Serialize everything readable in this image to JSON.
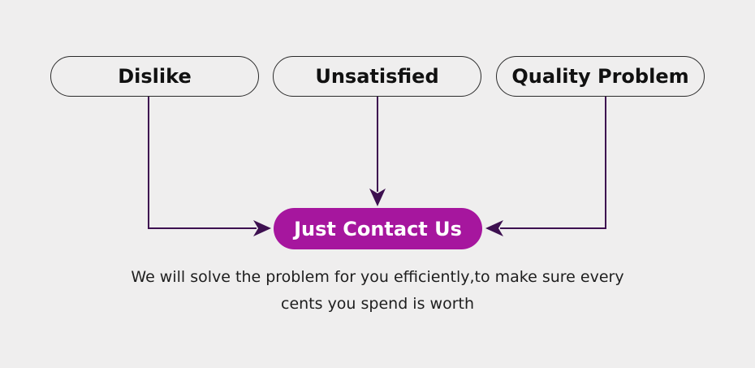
{
  "reasons": {
    "dislike": "Dislike",
    "unsatisfied": "Unsatisfied",
    "quality": "Quality Problem"
  },
  "cta": {
    "label": "Just Contact Us"
  },
  "caption": {
    "line1": "We will solve the problem for you efficiently,to make sure every",
    "line2": "cents you spend is worth"
  },
  "colors": {
    "background": "#efeeee",
    "accent": "#a6169e",
    "connector": "#3d1050",
    "outline": "#2b2b2b"
  }
}
